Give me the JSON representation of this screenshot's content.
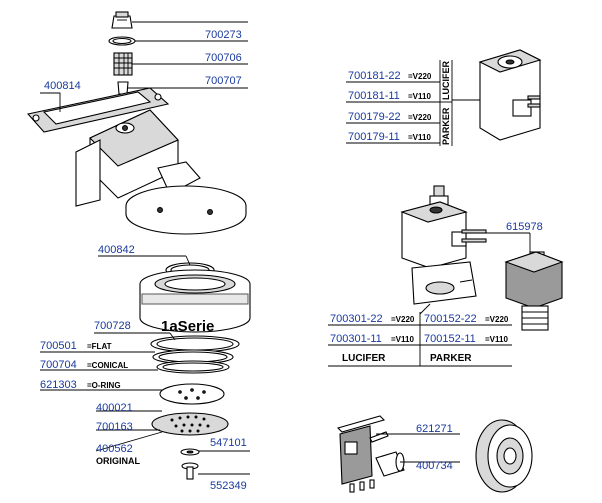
{
  "parts": {
    "p700273": "700273",
    "p700706": "700706",
    "p700707": "700707",
    "p400814": "400814",
    "p400842": "400842",
    "p700728": "700728",
    "p700501": "700501",
    "p700704": "700704",
    "p621303": "621303",
    "p400021": "400021",
    "p700163": "700163",
    "p400562": "400562",
    "p547101": "547101",
    "p552349": "552349",
    "p700181_22": "700181-22",
    "p700181_11": "700181-11",
    "p700179_22": "700179-22",
    "p700179_11": "700179-11",
    "p615978": "615978",
    "p700301_22": "700301-22",
    "p700301_11": "700301-11",
    "p700152_22": "700152-22",
    "p700152_11": "700152-11",
    "p621271": "621271",
    "p400734": "400734"
  },
  "suffix": {
    "flat": "=FLAT",
    "conical": "=CONICAL",
    "oring": "=O-RING",
    "original": "ORIGINAL",
    "v220": "=V220",
    "v110": "=V110"
  },
  "brands": {
    "lucifer": "LUCIFER",
    "parker": "PARKER"
  },
  "group_label": "1aSerie"
}
